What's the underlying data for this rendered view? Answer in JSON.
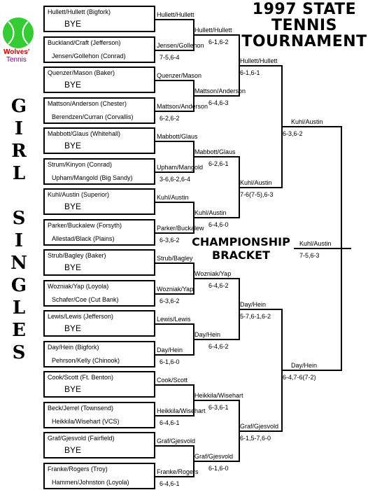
{
  "title": [
    "1997 STATE",
    "TENNIS",
    "TOURNAMENT"
  ],
  "side_label": [
    "G",
    "I",
    "R",
    "L",
    "",
    "S",
    "I",
    "N",
    "G",
    "L",
    "E",
    "S"
  ],
  "logo": {
    "text1": "Wolves'",
    "text2": "Tennis",
    "ball_color": "#33cc33",
    "text1_color": "#cc0000",
    "text2_color": "#800080"
  },
  "bracket_label": [
    "CHAMPIONSHIP",
    "BRACKET"
  ],
  "round1": [
    {
      "a": "Hullett/Hullett (Bigfork)",
      "b": "BYE",
      "w": "Hullett/Hullett",
      "s": ""
    },
    {
      "a": "Buckland/Craft (Jefferson)",
      "b": "Jensen/Gollehon (Conrad)",
      "w": "Jensen/Gollehon",
      "s": "7-5,6-4"
    },
    {
      "a": "Quenzer/Mason  (Baker)",
      "b": "BYE",
      "w": "Quenzer/Mason",
      "s": ""
    },
    {
      "a": "Mattson/Anderson (Chester)",
      "b": "Berendzen/Curran (Corvallis)",
      "w": "Mattson/Anderson",
      "s": "6-2,6-2"
    },
    {
      "a": "Mabbott/Glaus (Whitehall)",
      "b": "BYE",
      "w": "Mabbott/Glaus",
      "s": ""
    },
    {
      "a": "Strum/Kinyon (Conrad)",
      "b": "Upham/Mangold (Big Sandy)",
      "w": "Upham/Mangold",
      "s": "3-6,6-2,6-4"
    },
    {
      "a": "Kuhl/Austin (Superior)",
      "b": "BYE",
      "w": "Kuhl/Austin",
      "s": ""
    },
    {
      "a": "Parker/Buckalew (Forsyth)",
      "b": "Allestad/Black (Plains)",
      "w": "Parker/Buckalew",
      "s": "6-3,6-2"
    },
    {
      "a": "Strub/Bagley (Baker)",
      "b": "BYE",
      "w": "Strub/Bagley",
      "s": ""
    },
    {
      "a": "Wozniak/Yap (Loyola)",
      "b": "Schafer/Coe (Cut Bank)",
      "w": "Wozniak/Yap",
      "s": "6-3,6-2"
    },
    {
      "a": "Lewis/Lewis (Jefferson)",
      "b": "BYE",
      "w": "Lewis/Lewis",
      "s": ""
    },
    {
      "a": "Day/Hein (Bigfork)",
      "b": "Pehrson/Kelly (Chinook)",
      "w": "Day/Hein",
      "s": "6-1,6-0"
    },
    {
      "a": "Cook/Scott (Ft. Benton)",
      "b": "BYE",
      "w": "Cook/Scott",
      "s": ""
    },
    {
      "a": "Beck/Jerrel (Townsend)",
      "b": "Heikkila/Wisehart (VCS)",
      "w": "Heikkila/Wisehart",
      "s": "6-4,6-1"
    },
    {
      "a": "Graf/Gjesvold (Fairfield)",
      "b": "BYE",
      "w": "Graf/Gjesvold",
      "s": ""
    },
    {
      "a": "Franke/Rogers (Troy)",
      "b": "Hammen/Johnston (Loyola)",
      "w": "Franke/Rogers",
      "s": "6-4,6-1"
    }
  ],
  "round2": [
    {
      "w": "Hullett/Hullett",
      "s": "6-1,6-2"
    },
    {
      "w": "Mattson/Anderson",
      "s": "6-4,6-3"
    },
    {
      "w": "Mabbott/Glaus",
      "s": "6-2,6-1"
    },
    {
      "w": "Kuhl/Austin",
      "s": "6-4,6-0"
    },
    {
      "w": "Wozniak/Yap",
      "s": "6-4,6-2"
    },
    {
      "w": "Day/Hein",
      "s": "6-4,6-2"
    },
    {
      "w": "Heikkila/Wisehart",
      "s": "6-3,6-1"
    },
    {
      "w": "Graf/Gjesvold",
      "s": "6-1,6-0"
    }
  ],
  "round3": [
    {
      "w": "Hullett/Hullett",
      "s": "6-1,6-1"
    },
    {
      "w": "Kuhl/Austin",
      "s": "7-6(7-5),6-3"
    },
    {
      "w": "Day/Hein",
      "s": "5-7,6-1,6-2"
    },
    {
      "w": "Graf/Gjesvold",
      "s": "6-1,5-7,6-0"
    }
  ],
  "round4": [
    {
      "w": "Kuhl/Austin",
      "s": "6-3,6-2"
    },
    {
      "w": "Day/Hein",
      "s": "6-4,7-6(7-2)"
    }
  ],
  "final": {
    "w": "Kuhl/Austin",
    "s": "7-5,6-3"
  }
}
